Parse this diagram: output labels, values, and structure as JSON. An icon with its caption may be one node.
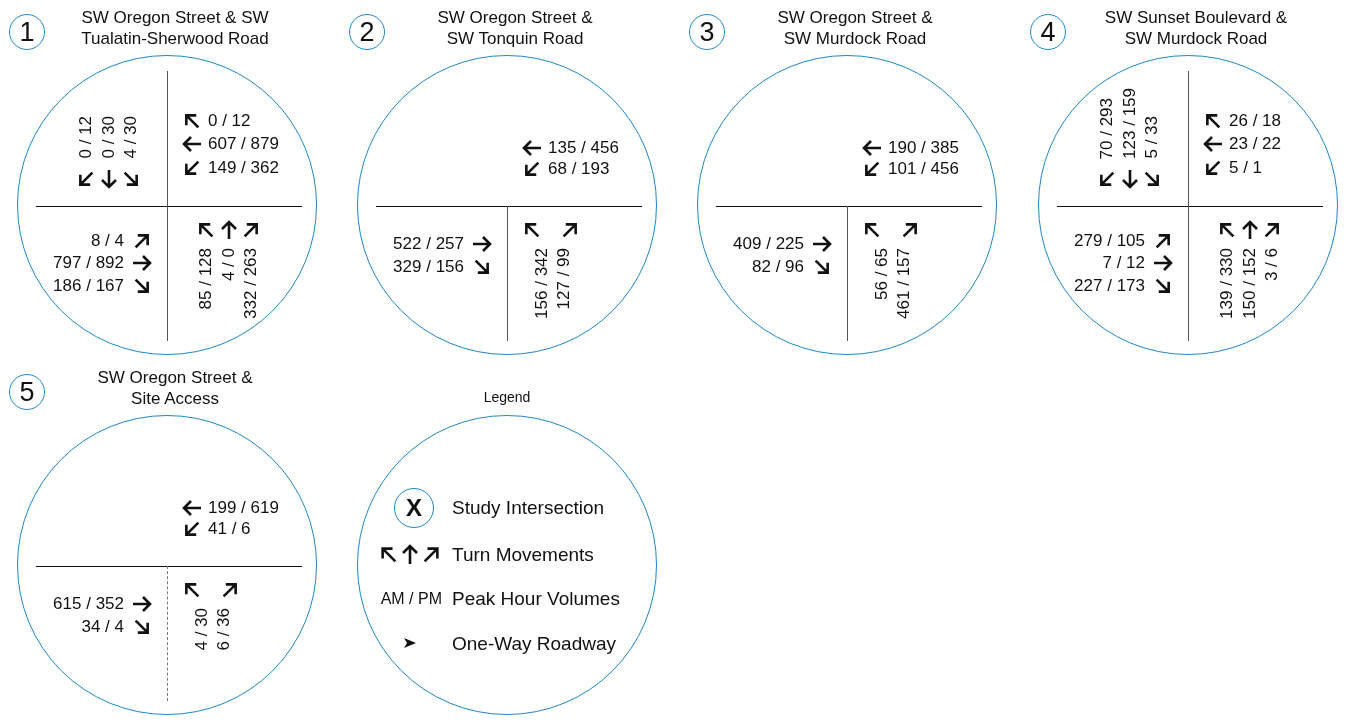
{
  "diagram": {
    "nodes": [
      {
        "text": [
          "1"
        ]
      },
      {
        "text": [
          "SW Oregon Street & SW Tualatin-Sherwood Road"
        ]
      },
      {
        "text": [
          "2"
        ]
      },
      {
        "text": [
          "SW Oregon Street & SW Tonquin Road"
        ]
      },
      {
        "text": [
          "3"
        ]
      },
      {
        "text": [
          "SW Oregon Street & SW Murdock Road"
        ]
      },
      {
        "text": [
          "4"
        ]
      },
      {
        "text": [
          "SW Sunset Boulevard & SW Murdock Road"
        ]
      },
      {
        "text": [
          "5"
        ]
      },
      {
        "text": [
          "SW Oregon Street & Site Access"
        ]
      },
      {
        "text": [
          "Legend"
        ]
      },
      {
        "text": [
          "X"
        ],
        "in": 10
      }
    ],
    "edges": [],
    "labels": [
      "0 / 12",
      "0 / 30",
      "4 / 30",
      "0 / 12",
      "607 / 879",
      "149 / 362",
      "8 / 4",
      "797 / 892",
      "186 / 167",
      "85 / 128",
      "4 / 0",
      "332 / 263",
      "135 / 456",
      "68 / 193",
      "522 / 257",
      "329 / 156",
      "156 / 342",
      "127 / 99",
      "190 / 385",
      "101 / 456",
      "409 / 225",
      "82 / 96",
      "56 / 65",
      "461 / 157",
      "70 / 293",
      "123 / 159",
      "5 / 33",
      "26 / 18",
      "23 / 22",
      "5 / 1",
      "279 / 105",
      "7 / 12",
      "227 / 173",
      "139 / 330",
      "150 / 152",
      "3 / 6",
      "199 / 619",
      "41 / 6",
      "615 / 352",
      "34 / 4",
      "4 / 30",
      "6 / 36",
      "AM / PM"
    ],
    "legend": [
      {
        "text": "Study Intersection"
      },
      {
        "text": "Turn Movements"
      },
      {
        "text": "Peak Hour Volumes"
      },
      {
        "text": "One-Way Roadway"
      }
    ]
  }
}
